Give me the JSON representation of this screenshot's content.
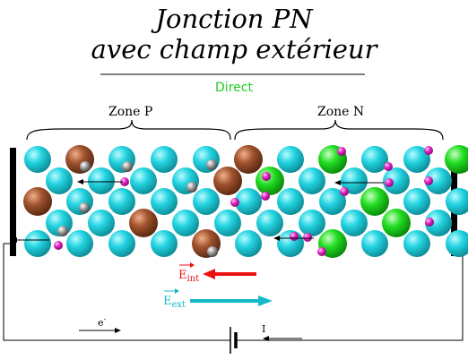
{
  "title": {
    "line1": "Jonction PN",
    "line2": "avec champ extérieur"
  },
  "mode": "Direct",
  "zones": {
    "p": "Zone P",
    "n": "Zone N"
  },
  "labels": {
    "e_int_base": "E",
    "e_int_sub": "int",
    "e_ext_base": "E",
    "e_ext_sub": "ext",
    "electron": "e",
    "electron_sup": "-",
    "current": "I"
  },
  "colors": {
    "silicon": "#22d3e0",
    "acceptor": "#a0522d",
    "donor": "#22dd22",
    "hole": "#888888",
    "electron": "#e020c0",
    "e_int": "#ee1111",
    "e_ext": "#18b8c8",
    "electrode": "#000000"
  }
}
